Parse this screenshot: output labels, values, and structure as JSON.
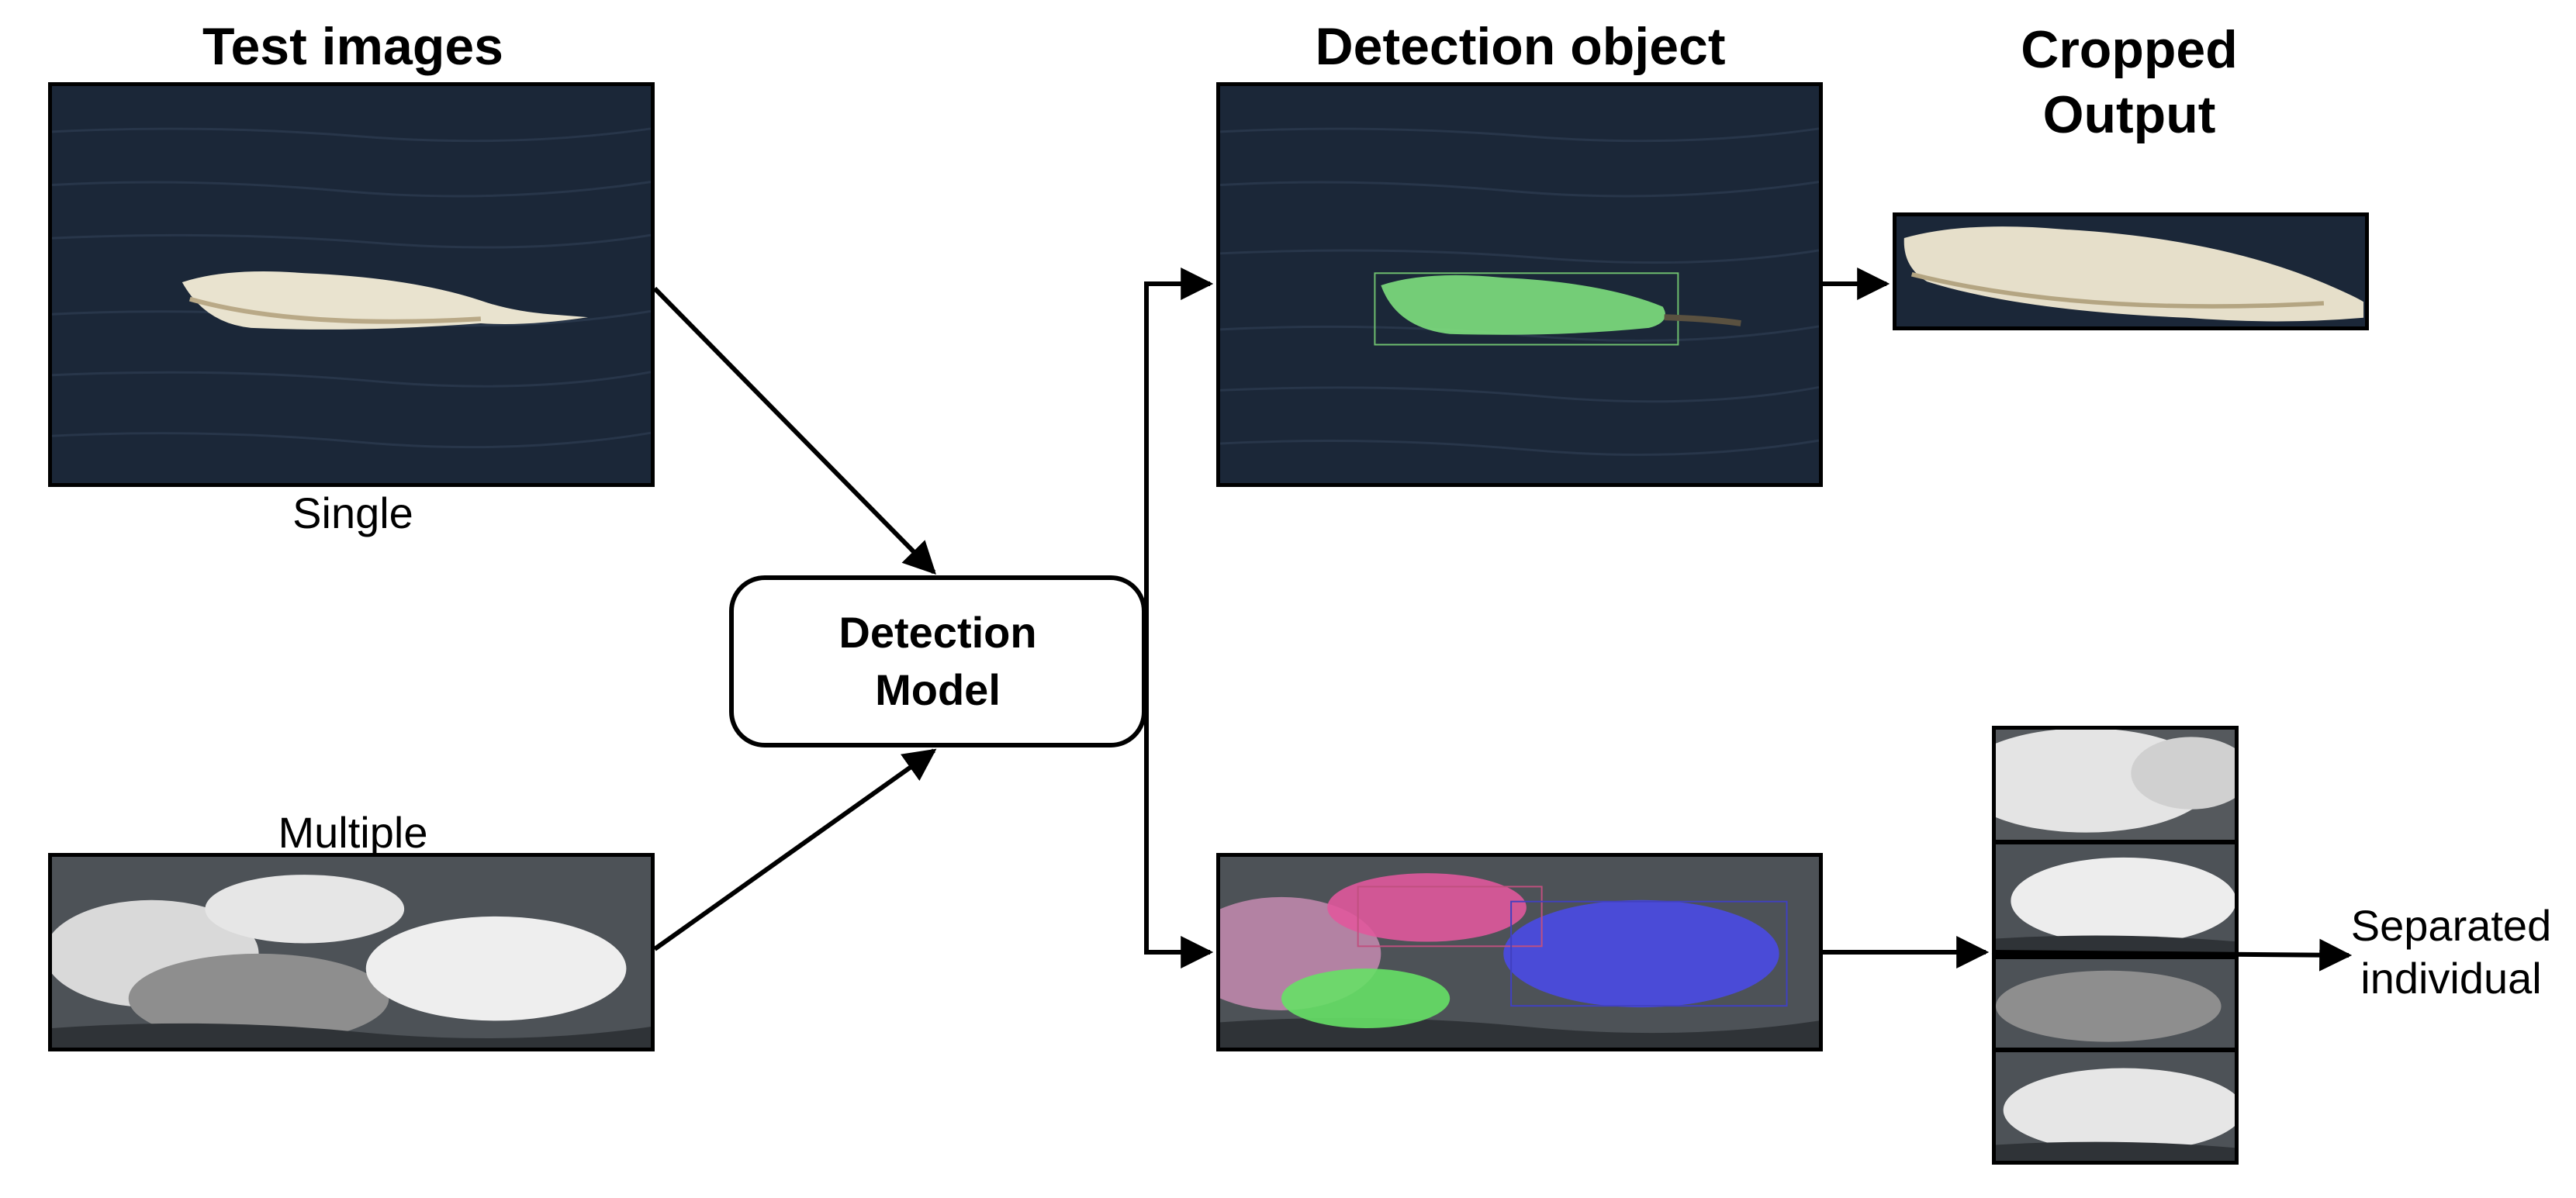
{
  "headers": {
    "test_images": "Test images",
    "detection_object": "Detection object",
    "cropped_output": "Cropped\nOutput"
  },
  "captions": {
    "single": "Single",
    "multiple": "Multiple",
    "separated_individual": "Separated\nindividual"
  },
  "model": {
    "label": "Detection\nModel"
  },
  "mask_colors": {
    "single_mask": "#7ee07e",
    "pink_light": "#c68bb0",
    "pink": "#e0589c",
    "green": "#66e066",
    "blue": "#4a4ae6"
  },
  "colors": {
    "stroke": "#000000",
    "dark_water": "#1b2738",
    "grey_water": "#4d5257"
  }
}
